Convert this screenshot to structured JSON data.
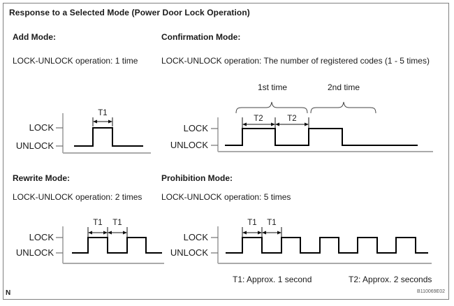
{
  "page": {
    "title": "Response to a Selected Mode (Power Door Lock Operation)",
    "figure_code": "B110069E02",
    "corner_marker": "N"
  },
  "labels": {
    "lock": "LOCK",
    "unlock": "UNLOCK",
    "t1": "T1",
    "t2": "T2",
    "first_time": "1st time",
    "second_time": "2nd time"
  },
  "modes": {
    "add": {
      "title": "Add Mode:",
      "description": "LOCK-UNLOCK operation: 1 time",
      "pulse_count": 1,
      "pulse_duration_label": "T1"
    },
    "confirmation": {
      "title": "Confirmation Mode:",
      "description": "LOCK-UNLOCK operation: The number of registered codes (1 - 5 times)",
      "pulse_count": 2,
      "pulse_duration_label": "T2"
    },
    "rewrite": {
      "title": "Rewrite Mode:",
      "description": "LOCK-UNLOCK operation: 2 times",
      "pulse_count": 2,
      "pulse_duration_label": "T1"
    },
    "prohibition": {
      "title": "Prohibition Mode:",
      "description": "LOCK-UNLOCK operation: 5 times",
      "pulse_count": 5,
      "pulse_duration_label": "T1"
    }
  },
  "legend": {
    "t1_note": "T1: Approx. 1 second",
    "t2_note": "T2: Approx. 2 seconds"
  },
  "colors": {
    "waveform": "#000000",
    "axis_baseline": "#aaaaaa",
    "frame_border": "#808080",
    "text": "#1a1a1a"
  }
}
